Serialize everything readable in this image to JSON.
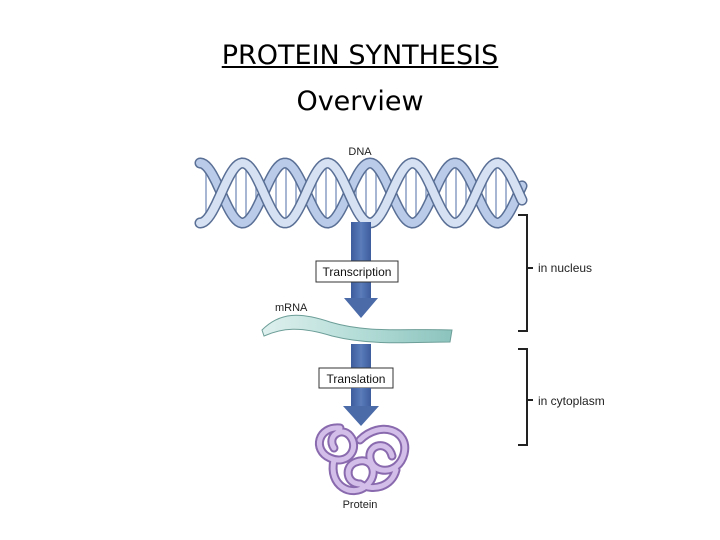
{
  "header": {
    "title": "PROTEIN SYNTHESIS",
    "subtitle": "Overview"
  },
  "diagram": {
    "dna_label": "DNA",
    "transcription_label": "Transcription",
    "mrna_label": "mRNA",
    "translation_label": "Translation",
    "protein_label": "Protein",
    "nucleus_label": "in nucleus",
    "cytoplasm_label": "in cytoplasm"
  },
  "colors": {
    "dna_backbone": "#a9bfe0",
    "dna_outline": "#5a6f95",
    "arrow": "#4a6aa8",
    "mrna": "#a9d6d2",
    "protein": "#c4a8dc"
  }
}
